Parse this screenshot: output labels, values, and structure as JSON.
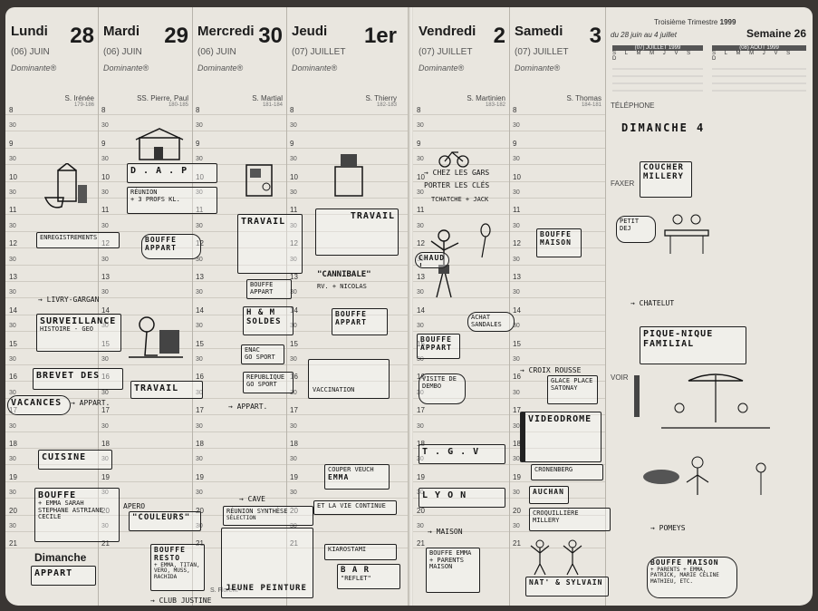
{
  "left_days": [
    {
      "name": "Lundi",
      "num": "28",
      "month": "(06) JUIN",
      "dominante": "Dominante®",
      "saint": "S. Irénée",
      "range": "179-186"
    },
    {
      "name": "Mardi",
      "num": "29",
      "month": "(06) JUIN",
      "dominante": "Dominante®",
      "saint": "SS. Pierre, Paul",
      "range": "180-185"
    },
    {
      "name": "Mercredi",
      "num": "30",
      "month": "(06) JUIN",
      "dominante": "Dominante®",
      "saint": "S. Martial",
      "range": "181-184"
    },
    {
      "name": "Jeudi",
      "num": "1er",
      "month": "(07) JUILLET",
      "dominante": "Dominante®",
      "saint": "S. Thierry",
      "range": "182-183"
    }
  ],
  "right_days": [
    {
      "name": "Vendredi",
      "num": "2",
      "month": "(07) JUILLET",
      "dominante": "Dominante®",
      "saint": "S. Martinien",
      "range": "183-182"
    },
    {
      "name": "Samedi",
      "num": "3",
      "month": "(07) JUILLET",
      "dominante": "Dominante®",
      "saint": "S. Thomas",
      "range": "184-181"
    }
  ],
  "hours": [
    "8",
    "30",
    "9",
    "30",
    "10",
    "30",
    "11",
    "30",
    "12",
    "30",
    "13",
    "30",
    "14",
    "30",
    "15",
    "30",
    "16",
    "30",
    "17",
    "30",
    "18",
    "30",
    "19",
    "30",
    "20",
    "30",
    "21"
  ],
  "week_panel": {
    "trimestre": "Troisième Trimestre",
    "year": "1999",
    "range": "du 28 juin au 4 juillet",
    "week": "Semaine 26",
    "cal_july": "(07) JUILLET 1999",
    "cal_aug": "(08) AOÛT 1999",
    "weekday_letters": "S L M M J V S D",
    "telephone": "TÉLÉPHONE",
    "faxer": "FAXER",
    "voir": "VOIR"
  },
  "bottom": {
    "dimanche": "Dimanche",
    "appart": "APPART",
    "saint": "S. Florent"
  },
  "lundi_notes": {
    "enregistrement": "ENREGISTREMENTS",
    "livry": "→ LIVRY-GARGAN",
    "surveillance": "SURVEILLANCE",
    "histoire": "HISTOIRE - GEO",
    "brevet": "BREVET DES",
    "vacances": "VACANCES",
    "appart_arrow": "→ APPART.",
    "cuisine": "CUISINE",
    "bouffe": "BOUFFE",
    "bouffe_sub": "+ EMMA SARAH STEPHANE ASTRIANE CECILE"
  },
  "mardi_notes": {
    "dap": "D . A . P",
    "reunion": "RÉUNION",
    "reunion_sub": "+ 3 PROFS KL.",
    "bouffe_appart": "BOUFFE APPART",
    "travail": "TRAVAIL",
    "apero": "APERO",
    "couleurs": "\"COULEURS\"",
    "bouffe_resto": "BOUFFE RESTO",
    "resto_sub": "+ EMMA, TITAN, VERO, MUSS, RACHIDA",
    "club": "→ CLUB JUSTINE"
  },
  "mercredi_notes": {
    "travail": "TRAVAIL",
    "bouffe_appart": "BOUFFE APPART",
    "hm": "H & M",
    "soldes": "SOLDES",
    "enac": "ENAC",
    "gosport": "GO SPORT",
    "republique": "REPUBLIQUE",
    "gosport2": "GO SPORT",
    "appart": "→ APPART.",
    "cave": "→ CAVE",
    "reunion_synthese": "RÉUNION SYNTHÈSE",
    "selection": "SÉLECTION",
    "jeune_peinture": "JEUNE PEINTURE"
  },
  "jeudi_notes": {
    "travail": "TRAVAIL",
    "cannibale": "\"CANNIBALE\"",
    "rue": "RV. + NICOLAS",
    "bouffe_appart": "BOUFFE APPART",
    "vaccination": "VACCINATION",
    "couper": "COUPER VEUCH",
    "emma": "EMMA",
    "et_la_vie": "ET LA VIE CONTINUE",
    "kiarostami": "KIAROSTAMI",
    "bar": "B A R",
    "reflet": "\"REFLET\""
  },
  "vendredi_notes": {
    "chez": "→ CHEZ LES GARS",
    "porter": "PORTER LES CLÉS",
    "tchatche": "TCHATCHE + JACK",
    "chaud": "CHAUD !",
    "bouffe_appart": "BOUFFE APPART",
    "visite": "VISITE DE DEMBO",
    "tgv": "T . G . V",
    "lyon": "L Y O N",
    "maison": "→ MAISON",
    "bouffe_parents": "BOUFFE EMMA + PARENTS MAISON"
  },
  "samedi_notes": {
    "bouffe_maison": "BOUFFE MAISON",
    "achat": "ACHAT SANDALES",
    "croix": "→ CROIX ROUSSE",
    "glace": "GLACE PLACE SATONAY",
    "videodrome": "VIDEODROME",
    "cronenberg": "CRONENBERG",
    "auchan": "AUCHAN",
    "croquilliere": "CROQUILLIÈRE",
    "millery": "MILLERY",
    "nat": "NAT' & SYLVAIN"
  },
  "dimanche_panel": {
    "dimanche4": "DIMANCHE 4",
    "coucher": "COUCHER",
    "millery": "MILLERY",
    "petit_dej": "PETIT DEJ",
    "chatelut": "→ CHATELUT",
    "piquenique": "PIQUE-NIQUE",
    "familial": "FAMILIAL",
    "pomeys": "→ POMEYS",
    "bouffe_maison": "BOUFFE MAISON",
    "bouffe_sub": "+ PARENTS + EMMA, PATRICK, MARIE CELINE MATHIEU, ETC."
  },
  "colors": {
    "paper": "#e9e6df",
    "ink": "#141414",
    "line": "#cfcbc2",
    "binding": "#3a3633"
  }
}
